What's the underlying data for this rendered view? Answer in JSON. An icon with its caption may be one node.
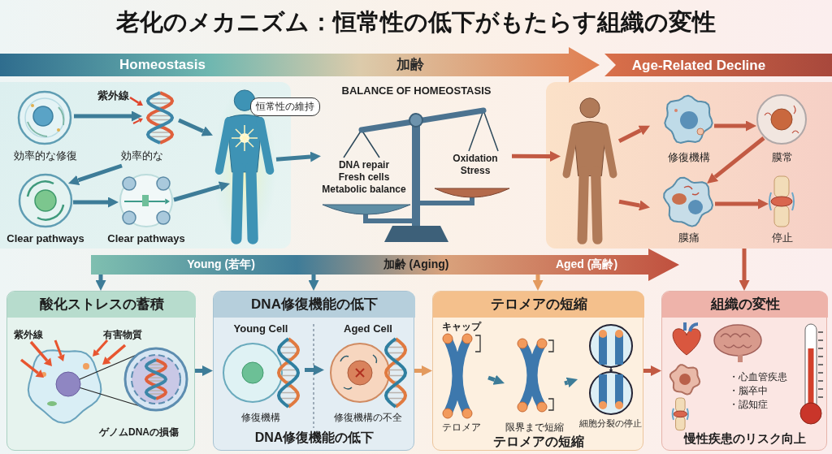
{
  "diagram": {
    "title": "老化のメカニズム：恒常性の低下がもたらす組織の変性",
    "nodes": [
      {
        "text": [
          "効率的な修復"
        ]
      },
      {
        "text": [
          "効率的な"
        ],
        "beside": [
          "紫外線"
        ]
      },
      {
        "text": [
          "Clear pathways"
        ]
      },
      {
        "text": [
          "Clear pathways"
        ]
      },
      {
        "text": [],
        "shape": "person",
        "beside": [
          "恒常性の維持"
        ]
      },
      {
        "text": [
          "BALANCE OF HOMEOSTASIS",
          "DNA repair",
          "Fresh cells",
          "Metabolic balance",
          "Oxidation Stress"
        ]
      },
      {
        "text": [],
        "shape": "person"
      },
      {
        "text": [
          "修復機構"
        ]
      },
      {
        "text": [
          "膜常"
        ]
      },
      {
        "text": [
          "膜痛"
        ]
      },
      {
        "text": [
          "停止"
        ]
      },
      {
        "text": [
          "酸化ストレスの蓄積",
          "紫外線",
          "有害物質",
          "ゲノムDNAの損傷"
        ]
      },
      {
        "text": [
          "DNA修復機能の低下",
          "DNA修復機能の低下"
        ]
      },
      {
        "text": [
          "Young Cell",
          "修復機構"
        ],
        "in": 12
      },
      {
        "text": [
          "Aged Cell",
          "修復機構の不全"
        ],
        "in": 12
      },
      {
        "text": [
          "テロメアの短縮",
          "テロメアの短縮"
        ]
      },
      {
        "text": [
          "キャップ",
          "テロメア"
        ],
        "in": 15
      },
      {
        "text": [
          "限界まで短縮"
        ],
        "in": 15
      },
      {
        "text": [
          "細胞分裂の停止"
        ],
        "in": 15
      },
      {
        "text": [
          "組織の変性",
          "・心血管疾患",
          "・脳卒中",
          "・認知症",
          "慢性疾患のリスク向上"
        ]
      },
      {
        "text": [
          "Young (若年)",
          "加齢 (Aging)",
          "Aged (高齢)"
        ]
      },
      {
        "text": [
          "Homeostasis",
          "加齢"
        ]
      },
      {
        "text": [
          "Age-Related Decline"
        ]
      }
    ],
    "edges": [
      {
        "from": 0,
        "to": 1,
        "arrow": "to"
      },
      {
        "from": 1,
        "to": 2,
        "arrow": "to"
      },
      {
        "from": 2,
        "to": 3,
        "arrow": "to"
      },
      {
        "from": 1,
        "to": 4,
        "arrow": "to"
      },
      {
        "from": 3,
        "to": 4,
        "arrow": "to"
      },
      {
        "from": 4,
        "to": 5,
        "arrow": "to"
      },
      {
        "from": 5,
        "to": 6,
        "arrow": "to",
        "color": "#c25a43"
      },
      {
        "from": 6,
        "to": 7,
        "arrow": "to",
        "color": "#c25a43"
      },
      {
        "from": 6,
        "to": 9,
        "arrow": "to",
        "color": "#c25a43"
      },
      {
        "from": 7,
        "to": 8,
        "arrow": "to",
        "color": "#c25a43"
      },
      {
        "from": 8,
        "to": 9,
        "arrow": "to",
        "color": "#c25a43"
      },
      {
        "from": 9,
        "to": 10,
        "arrow": "to",
        "color": "#c25a43"
      },
      {
        "from": 20,
        "to": 11,
        "arrow": "to"
      },
      {
        "from": 20,
        "to": 12,
        "arrow": "to"
      },
      {
        "from": 20,
        "to": 15,
        "arrow": "to",
        "color": "#e39a5e"
      },
      {
        "from": null,
        "to": 19,
        "arrow": "to",
        "color": "#c25a43"
      },
      {
        "from": 11,
        "to": 12,
        "arrow": "to"
      },
      {
        "from": 12,
        "to": 15,
        "arrow": "to",
        "color": "#e39a5e"
      },
      {
        "from": 15,
        "to": 19,
        "arrow": "to",
        "color": "#c25a43"
      },
      {
        "from": 13,
        "to": 14,
        "arrow": "to"
      },
      {
        "from": 16,
        "to": 17,
        "arrow": "to"
      },
      {
        "from": 17,
        "to": 18,
        "arrow": "to"
      }
    ]
  }
}
